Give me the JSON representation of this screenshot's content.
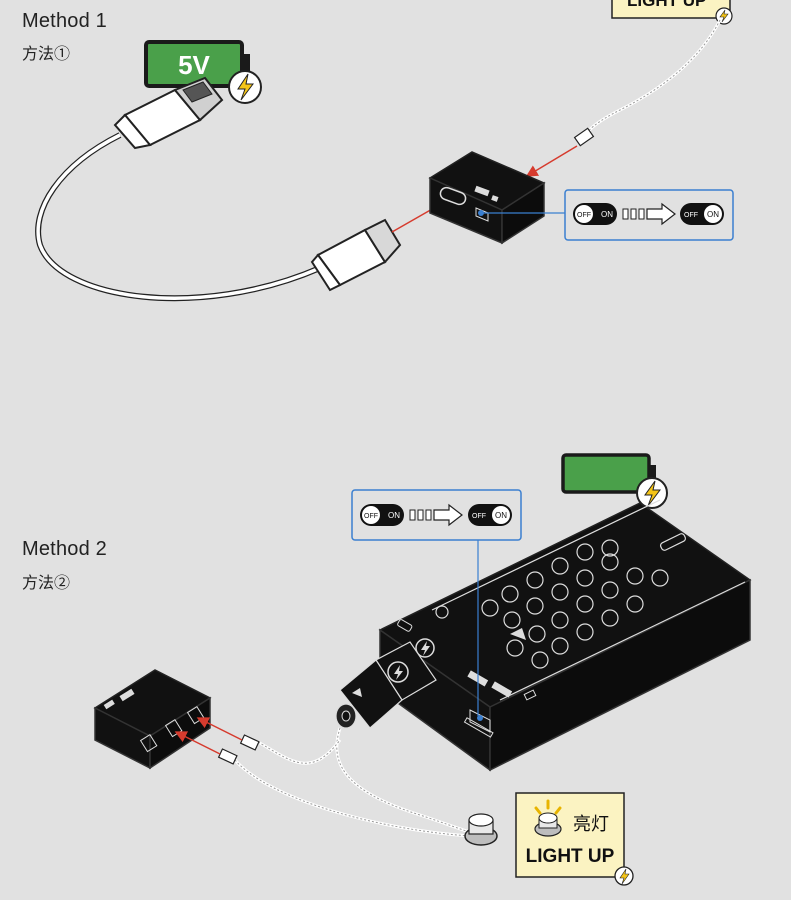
{
  "method1": {
    "title": "Method 1",
    "subtitle": "方法①"
  },
  "method2": {
    "title": "Method 2",
    "subtitle": "方法②"
  },
  "battery1": {
    "label": "5V",
    "color": "#4aa04a"
  },
  "battery2": {
    "color": "#4aa04a"
  },
  "switch": {
    "off": "OFF",
    "on": "ON"
  },
  "lightup": {
    "cn": "亮灯",
    "en": "LIGHT UP"
  },
  "colors": {
    "callout_border": "#3a7fd0",
    "cable_arrow": "#d63b2e",
    "lightning_badge": "#f5c518",
    "card_bg": "#fbf3c2"
  },
  "icons": [
    "lightning-icon",
    "bulb-icon",
    "battery-icon",
    "usb-cable",
    "switch-toggle",
    "arrow-right-icon"
  ]
}
